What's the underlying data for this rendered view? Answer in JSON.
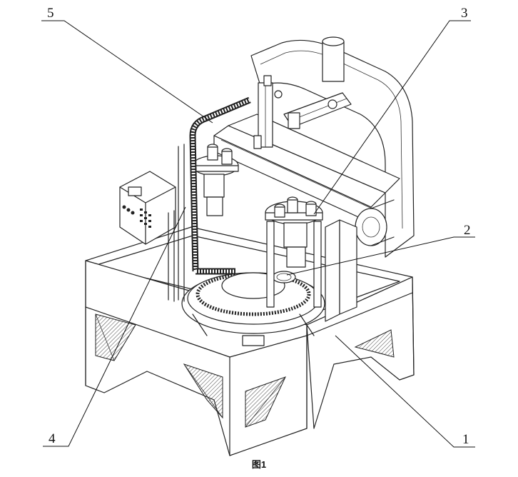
{
  "figure": {
    "caption": "图1",
    "callouts": [
      {
        "id": "1",
        "label": "1"
      },
      {
        "id": "2",
        "label": "2"
      },
      {
        "id": "3",
        "label": "3"
      },
      {
        "id": "4",
        "label": "4"
      },
      {
        "id": "5",
        "label": "5"
      }
    ]
  }
}
